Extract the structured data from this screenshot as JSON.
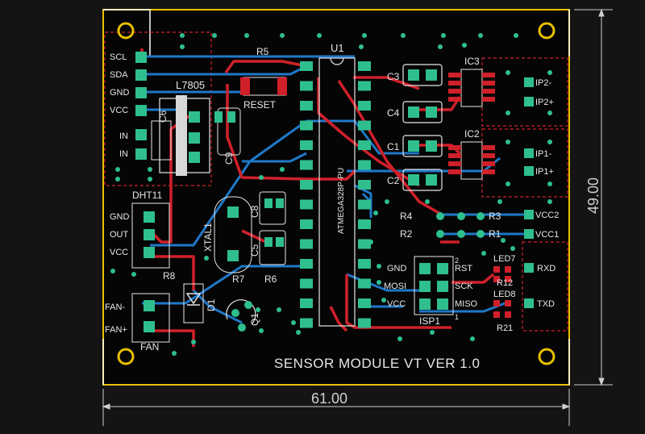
{
  "board": {
    "title": "SENSOR MODULE VT VER 1.0",
    "width_mm": "61.00",
    "height_mm": "49.00"
  },
  "colors": {
    "background": "#141414",
    "board": "#050505",
    "top_copper": "#d0202a",
    "bottom_copper": "#1f78c8",
    "pad": "#2fbf8f",
    "silkscreen": "#e6e6e6",
    "outline": "#e8c000"
  },
  "left_connector_labels": [
    "SCL",
    "SDA",
    "GND",
    "VCC",
    "IN",
    "IN"
  ],
  "dht_labels": [
    "GND",
    "OUT",
    "VCC"
  ],
  "fan_labels": [
    "FAN-",
    "FAN+"
  ],
  "isp_left_labels": [
    "GND",
    "MOSI",
    "VCC"
  ],
  "isp_right_labels": [
    "RST",
    "SCK",
    "MISO"
  ],
  "components": {
    "u1": "U1",
    "mcu": "ATMEGA328P-PU",
    "regulator": "L7805",
    "reset": "RESET",
    "r5": "R5",
    "c6": "C6",
    "c9": "C9",
    "c3": "C3",
    "c4": "C4",
    "c1": "C1",
    "c2": "C2",
    "ic3": "IC3",
    "ic2": "IC2",
    "ip2_minus": "IP2-",
    "ip2_plus": "IP2+",
    "ip1_minus": "IP1-",
    "ip1_plus": "IP1+",
    "dht": "DHT11",
    "xtal": "XTAL1",
    "c8": "C8",
    "c5": "C5",
    "r8": "R8",
    "r7": "R7",
    "r6": "R6",
    "d1": "D1",
    "q1": "Q1",
    "fan": "FAN",
    "r4": "R4",
    "r3": "R3",
    "r2": "R2",
    "r1": "R1",
    "vcc2": "VCC2",
    "vcc1": "VCC1",
    "isp": "ISP1",
    "led7": "LED7",
    "led8": "LED8",
    "rxd": "RXD",
    "txd": "TXD",
    "r12": "R12",
    "r21": "R21",
    "pin1": "1",
    "pin2": "2"
  }
}
